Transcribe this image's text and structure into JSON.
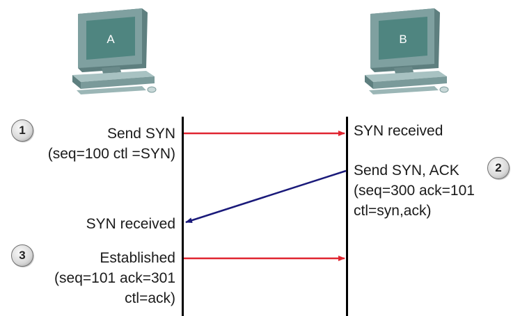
{
  "hosts": {
    "a": {
      "label": "A"
    },
    "b": {
      "label": "B"
    }
  },
  "colors": {
    "forward_arrow": "#e02530",
    "reply_arrow": "#1a1a7a",
    "monitor_body": "#7a9a9a",
    "monitor_screen": "#4f8580",
    "host_label": "#ffffff"
  },
  "steps": [
    {
      "number": "1",
      "sender_text": [
        "Send SYN",
        "(seq=100 ctl =SYN)"
      ],
      "receiver_text": [
        "SYN received"
      ]
    },
    {
      "number": "2",
      "sender_text": [
        "Send SYN, ACK",
        "(seq=300 ack=101",
        "ctl=syn,ack)"
      ],
      "receiver_text": [
        "SYN received"
      ]
    },
    {
      "number": "3",
      "sender_text": [
        "Established",
        "(seq=101 ack=301",
        "ctl=ack)"
      ]
    }
  ]
}
